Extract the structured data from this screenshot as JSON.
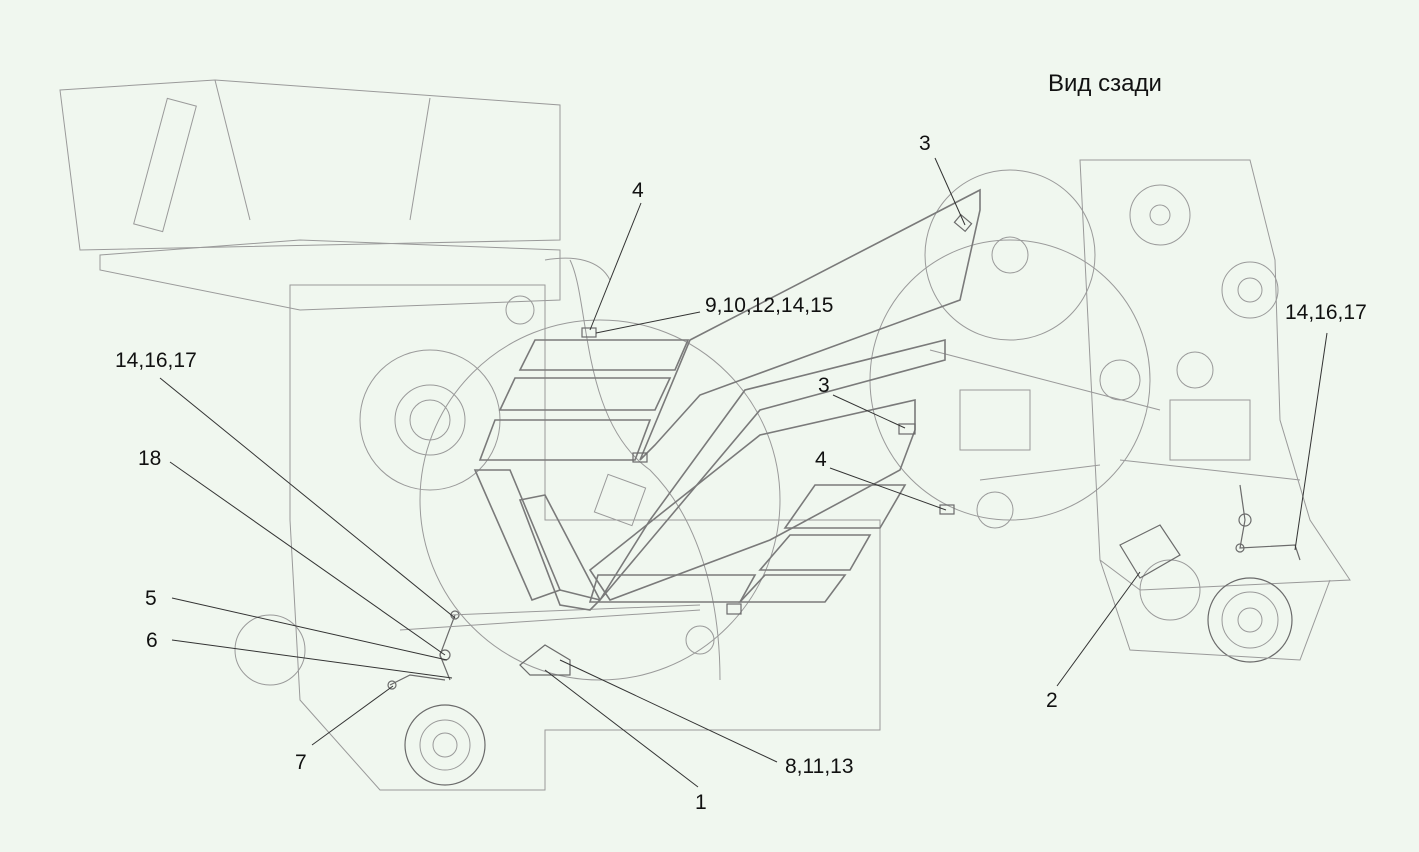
{
  "title": "Вид сзади",
  "callouts": {
    "c1": "1",
    "c2": "2",
    "c3_top": "3",
    "c3_mid": "3",
    "c4_top": "4",
    "c4_mid": "4",
    "c5": "5",
    "c6": "6",
    "c7": "7",
    "c8": "8,11,13",
    "c9": "9,10,12,14,15",
    "c14_left": "14,16,17",
    "c14_right": "14,16,17",
    "c18": "18"
  }
}
